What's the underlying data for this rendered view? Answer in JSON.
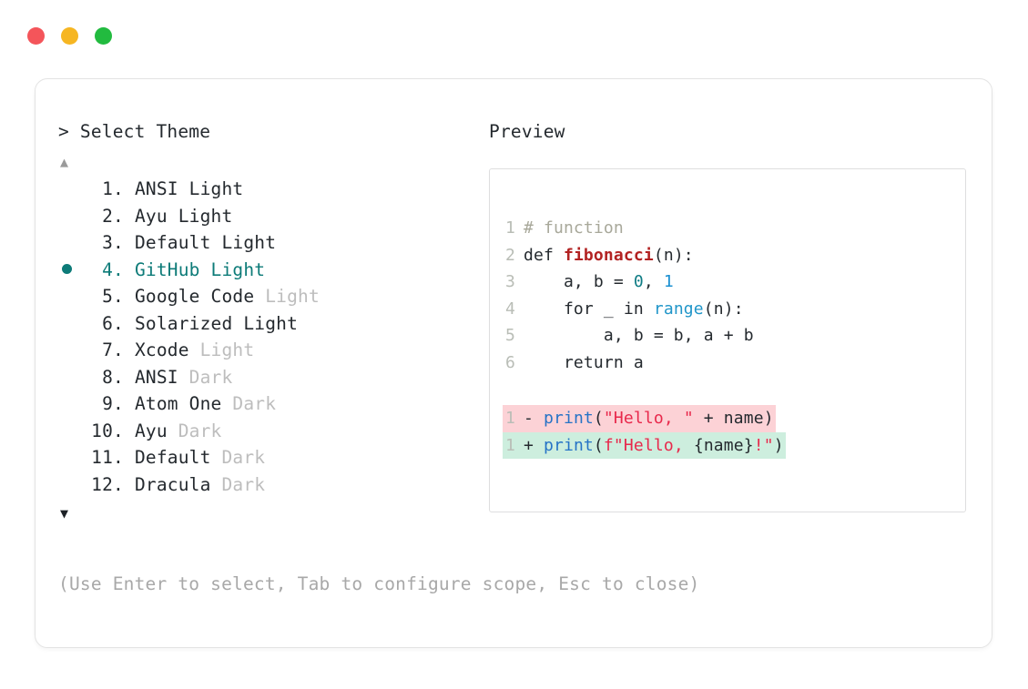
{
  "window": {
    "controls": [
      {
        "name": "close",
        "color": "#f4555a"
      },
      {
        "name": "minimize",
        "color": "#f6b622"
      },
      {
        "name": "maximize",
        "color": "#22bb3f"
      }
    ]
  },
  "prompt": {
    "caret": ">",
    "title": "Select Theme",
    "scroll_up_glyph": "▲",
    "scroll_down_glyph": "▼",
    "selected_index": 4,
    "bullet_glyph": "●",
    "accent_color": "#0d7b78"
  },
  "themes": [
    {
      "index": "1.",
      "name": "ANSI",
      "variant": "Light",
      "variant_muted": false,
      "selected": false
    },
    {
      "index": "2.",
      "name": "Ayu",
      "variant": "Light",
      "variant_muted": false,
      "selected": false
    },
    {
      "index": "3.",
      "name": "Default",
      "variant": "Light",
      "variant_muted": false,
      "selected": false
    },
    {
      "index": "4.",
      "name": "GitHub",
      "variant": "Light",
      "variant_muted": false,
      "selected": true
    },
    {
      "index": "5.",
      "name": "Google Code",
      "variant": "Light",
      "variant_muted": true,
      "selected": false
    },
    {
      "index": "6.",
      "name": "Solarized",
      "variant": "Light",
      "variant_muted": false,
      "selected": false
    },
    {
      "index": "7.",
      "name": "Xcode",
      "variant": "Light",
      "variant_muted": true,
      "selected": false
    },
    {
      "index": "8.",
      "name": "ANSI",
      "variant": "Dark",
      "variant_muted": true,
      "selected": false
    },
    {
      "index": "9.",
      "name": "Atom One",
      "variant": "Dark",
      "variant_muted": true,
      "selected": false
    },
    {
      "index": "10.",
      "name": "Ayu",
      "variant": "Dark",
      "variant_muted": true,
      "selected": false
    },
    {
      "index": "11.",
      "name": "Default",
      "variant": "Dark",
      "variant_muted": true,
      "selected": false
    },
    {
      "index": "12.",
      "name": "Dracula",
      "variant": "Dark",
      "variant_muted": true,
      "selected": false
    }
  ],
  "hint": "(Use Enter to select, Tab to configure scope, Esc to close)",
  "preview": {
    "label": "Preview",
    "code_lines": [
      {
        "num": "1",
        "tokens": [
          {
            "t": "# function",
            "c": "tok-comment"
          }
        ]
      },
      {
        "num": "2",
        "tokens": [
          {
            "t": "def ",
            "c": "tok-kw"
          },
          {
            "t": "fibonacci",
            "c": "tok-fn"
          },
          {
            "t": "(n):",
            "c": "tok-plain"
          }
        ]
      },
      {
        "num": "3",
        "tokens": [
          {
            "t": "    a, b = ",
            "c": "tok-plain"
          },
          {
            "t": "0",
            "c": "tok-num"
          },
          {
            "t": ", ",
            "c": "tok-plain"
          },
          {
            "t": "1",
            "c": "tok-num2"
          }
        ]
      },
      {
        "num": "4",
        "tokens": [
          {
            "t": "    for _ in ",
            "c": "tok-plain"
          },
          {
            "t": "range",
            "c": "tok-builtin"
          },
          {
            "t": "(n):",
            "c": "tok-plain"
          }
        ]
      },
      {
        "num": "5",
        "tokens": [
          {
            "t": "        a, b = b, a + b",
            "c": "tok-plain"
          }
        ]
      },
      {
        "num": "6",
        "tokens": [
          {
            "t": "    return a",
            "c": "tok-plain"
          }
        ]
      }
    ],
    "diff_lines": [
      {
        "num": "1",
        "sign": "-",
        "kind": "removed",
        "bg": "#fcd2d6",
        "tokens": [
          {
            "t": "print",
            "c": "tok-print"
          },
          {
            "t": "(",
            "c": "tok-plain"
          },
          {
            "t": "\"Hello, \"",
            "c": "tok-str"
          },
          {
            "t": " + name)",
            "c": "tok-plain"
          }
        ]
      },
      {
        "num": "1",
        "sign": "+",
        "kind": "added",
        "bg": "#cdeede",
        "tokens": [
          {
            "t": "print",
            "c": "tok-print"
          },
          {
            "t": "(",
            "c": "tok-plain"
          },
          {
            "t": "f",
            "c": "tok-fprefix"
          },
          {
            "t": "\"Hello, ",
            "c": "tok-str"
          },
          {
            "t": "{name}",
            "c": "tok-plain"
          },
          {
            "t": "!\"",
            "c": "tok-str"
          },
          {
            "t": ")",
            "c": "tok-plain"
          }
        ]
      }
    ]
  }
}
